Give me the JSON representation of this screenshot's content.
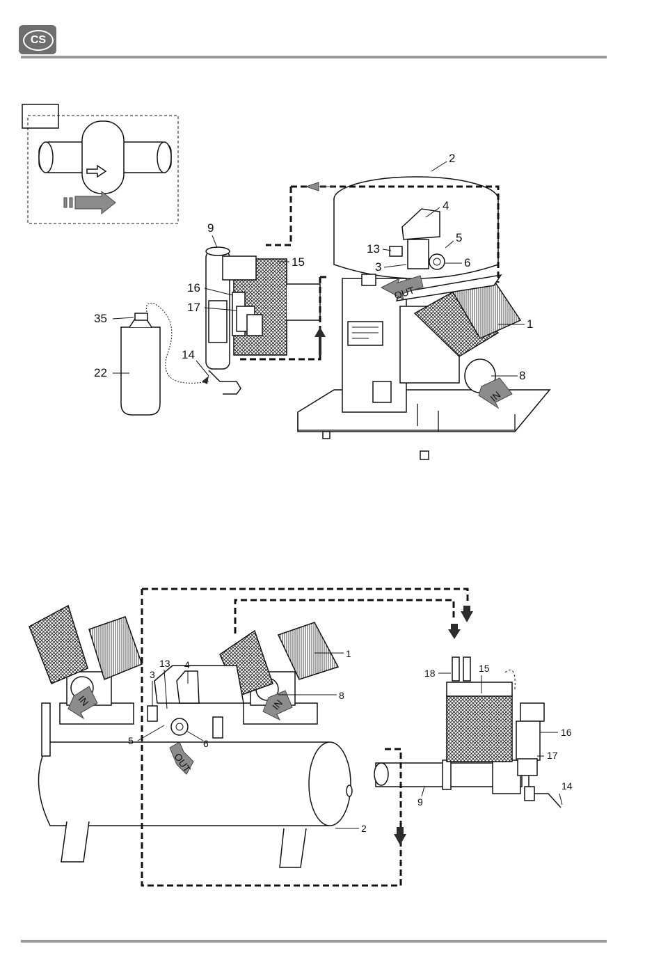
{
  "header": {
    "badge": "CS"
  },
  "colors": {
    "rule": "#9a9a9a",
    "badge": "#6e6e6e",
    "arrow_gray": "#8c8c8c"
  },
  "figure_top": {
    "callouts": [
      "2",
      "4",
      "5",
      "13",
      "3",
      "6",
      "9",
      "15",
      "16",
      "17",
      "1",
      "35",
      "8",
      "22",
      "14"
    ],
    "flow_labels": {
      "out": "OUT",
      "in": "IN"
    }
  },
  "figure_bottom": {
    "callouts": [
      "1",
      "13",
      "4",
      "3",
      "8",
      "5",
      "6",
      "18",
      "15",
      "16",
      "17",
      "14",
      "9",
      "2"
    ],
    "flow_labels": {
      "out": "OUT",
      "in_left": "IN",
      "in_right": "IN"
    }
  }
}
